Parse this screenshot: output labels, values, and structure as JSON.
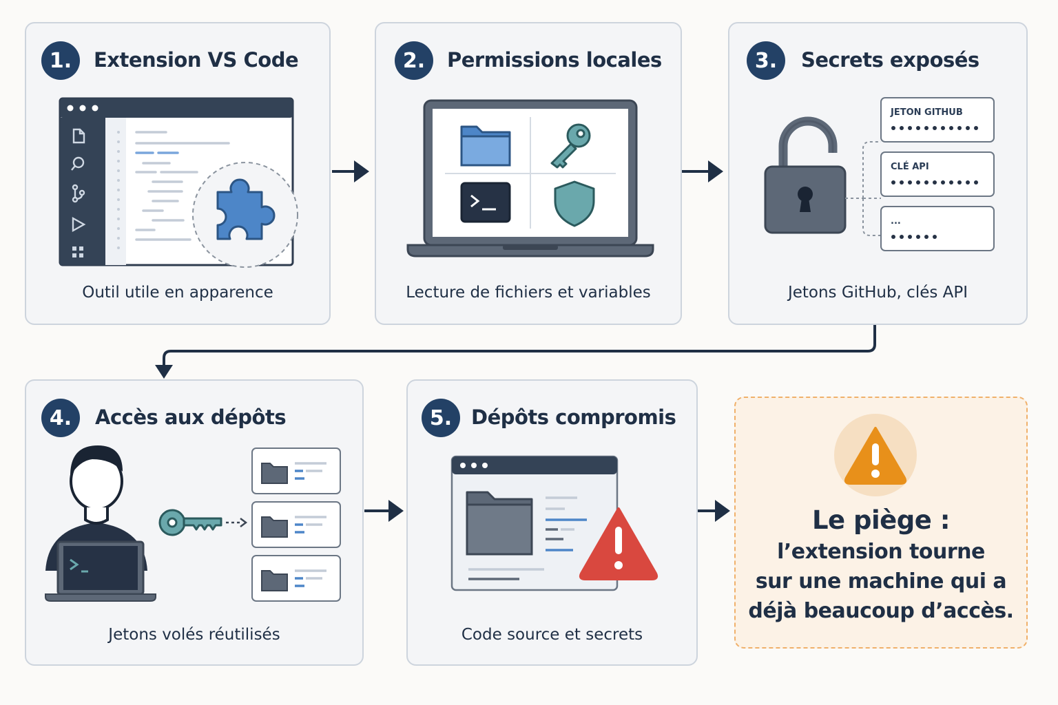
{
  "steps": [
    {
      "number": "1.",
      "title": "Extension VS Code",
      "caption": "Outil utile en apparence"
    },
    {
      "number": "2.",
      "title": "Permissions locales",
      "caption": "Lecture de fichiers et variables"
    },
    {
      "number": "3.",
      "title": "Secrets exposés",
      "caption": "Jetons GitHub, clés API"
    },
    {
      "number": "4.",
      "title": "Accès aux dépôts",
      "caption": "Jetons volés réutilisés"
    },
    {
      "number": "5.",
      "title": "Dépôts compromis",
      "caption": "Code source et secrets"
    }
  ],
  "secrets": {
    "token1_label": "JETON GITHUB",
    "token2_label": "CLÉ API",
    "token3_label": "..."
  },
  "warning": {
    "title": "Le piège :",
    "line1": "l’extension tourne",
    "line2": "sur une machine qui a",
    "line3": "déjà beaucoup d’accès."
  },
  "colors": {
    "navy": "#234166",
    "accent_blue": "#4a7fc1",
    "teal": "#6aa8ac",
    "danger_red": "#d9483f",
    "warning_orange": "#e8901a",
    "warning_bg": "#fcf2e6"
  },
  "icons": [
    "puzzle-icon",
    "folder-icon",
    "key-icon",
    "terminal-icon",
    "shield-icon",
    "open-padlock-icon",
    "user-icon",
    "warning-icon"
  ]
}
